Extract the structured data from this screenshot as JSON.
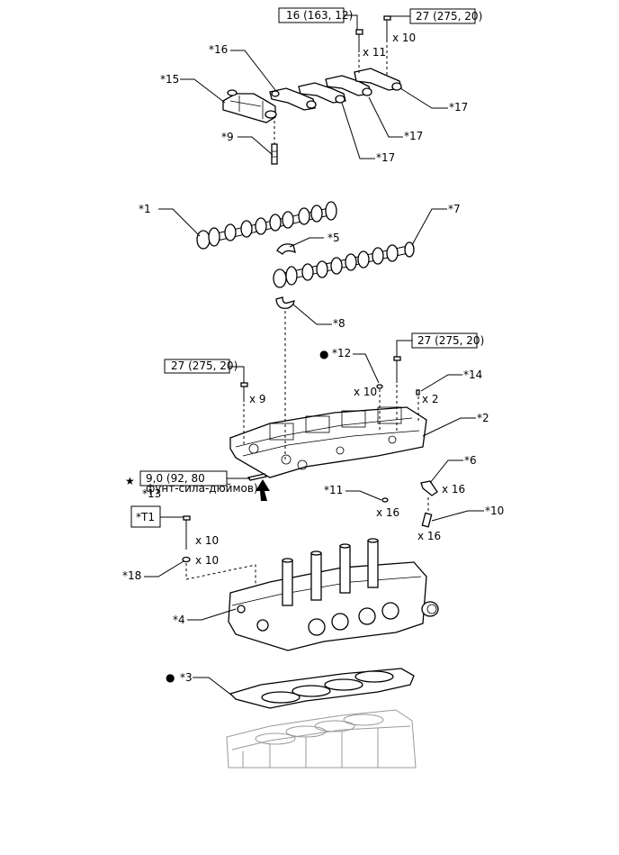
{
  "torque_specs": {
    "bolt_cap_a": "16 (163, 12)",
    "bolt_cap_b": "27 (275, 20)",
    "bolt_mid_left": "27 (275, 20)",
    "bolt_mid_right": "27 (275, 20)",
    "plug_spec_line1": "9,0 (92, 80",
    "plug_spec_line2": "фунт-сила-дюймов)"
  },
  "callouts": {
    "c16": "*16",
    "c15": "*15",
    "c9": "*9",
    "c17a": "*17",
    "c17b": "*17",
    "c17c": "*17",
    "c1": "*1",
    "c5": "*5",
    "c7": "*7",
    "c8": "*8",
    "c12": "*12",
    "c14": "*14",
    "c2": "*2",
    "c13": "*13",
    "c11": "*11",
    "c6": "*6",
    "c10": "*10",
    "t1": "*T1",
    "c18": "*18",
    "c4": "*4",
    "c3": "*3"
  },
  "quantities": {
    "q11": "x 11",
    "q10_top": "x 10",
    "q10_mid": "x 10",
    "q2": "x 2",
    "q9": "x 9",
    "q16_11": "x 16",
    "q16_6": "x 16",
    "q16_10": "x 16",
    "q10_t1": "x 10",
    "q10_18": "x 10"
  },
  "symbols": {
    "bullet": "●",
    "star": "★"
  },
  "icons": {
    "bullet_marker": "filled-circle-icon",
    "star_marker": "star-icon",
    "view_arrow": "direction-arrow-icon"
  }
}
